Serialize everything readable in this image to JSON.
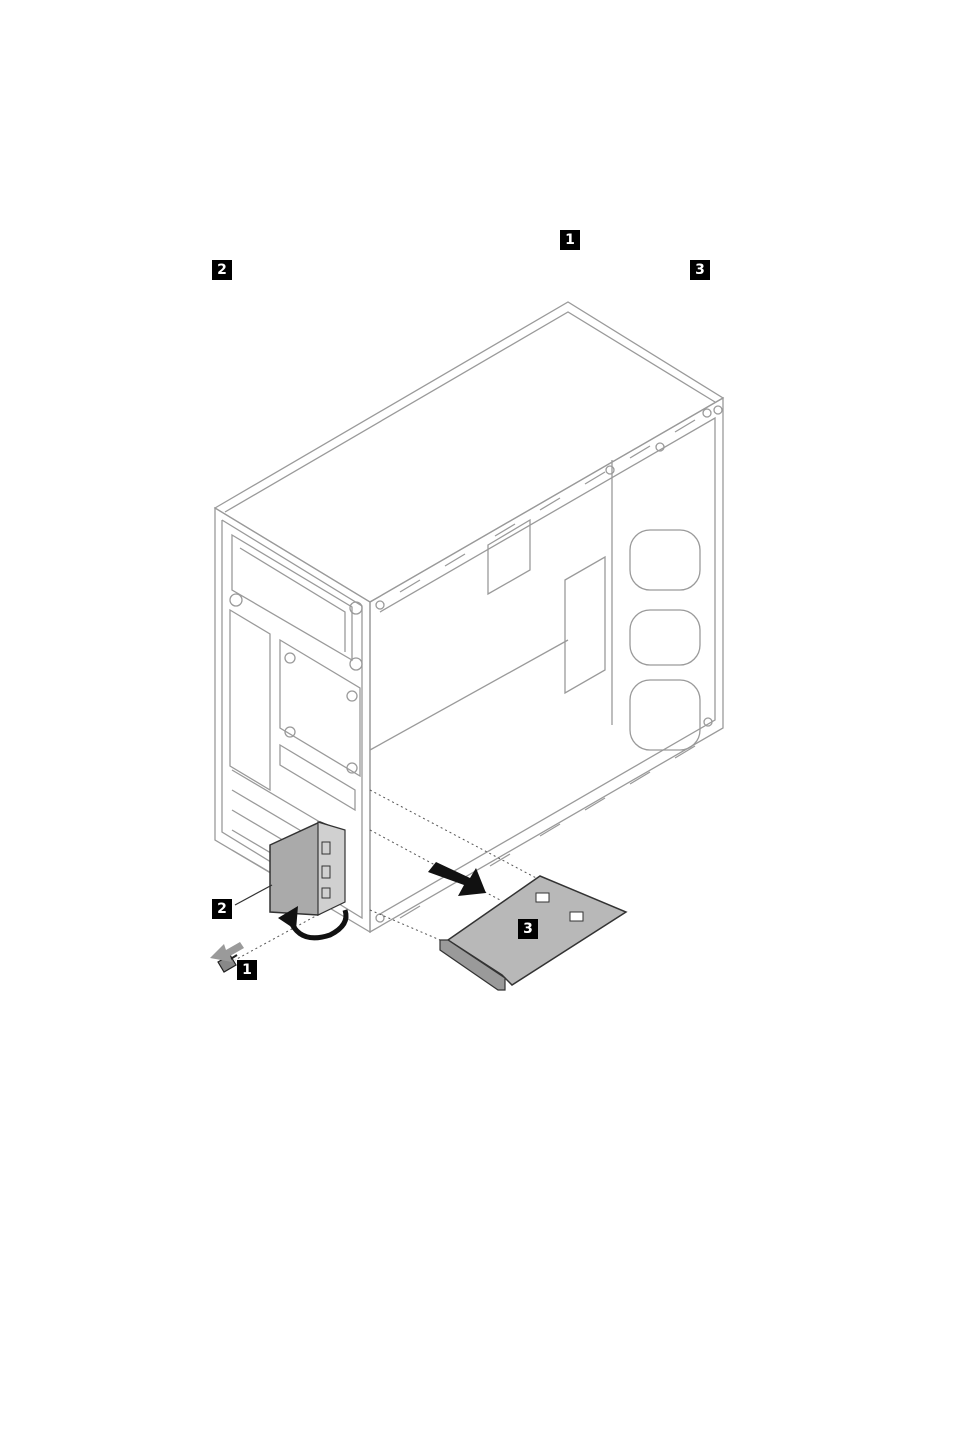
{
  "text_callouts": [
    {
      "id": "callout-1",
      "label": "1"
    },
    {
      "id": "callout-2",
      "label": "2"
    },
    {
      "id": "callout-3",
      "label": "3"
    }
  ],
  "diagram_callouts": [
    {
      "id": "diagram-callout-screw",
      "label": "1"
    },
    {
      "id": "diagram-callout-retainer",
      "label": "2"
    },
    {
      "id": "diagram-callout-card",
      "label": "3"
    }
  ],
  "colors": {
    "outline": "#9a9a9a",
    "dark": "#333333",
    "card_fill": "#b8b8b8",
    "retainer_fill": "#aaaaaa",
    "badge": "#000000"
  }
}
